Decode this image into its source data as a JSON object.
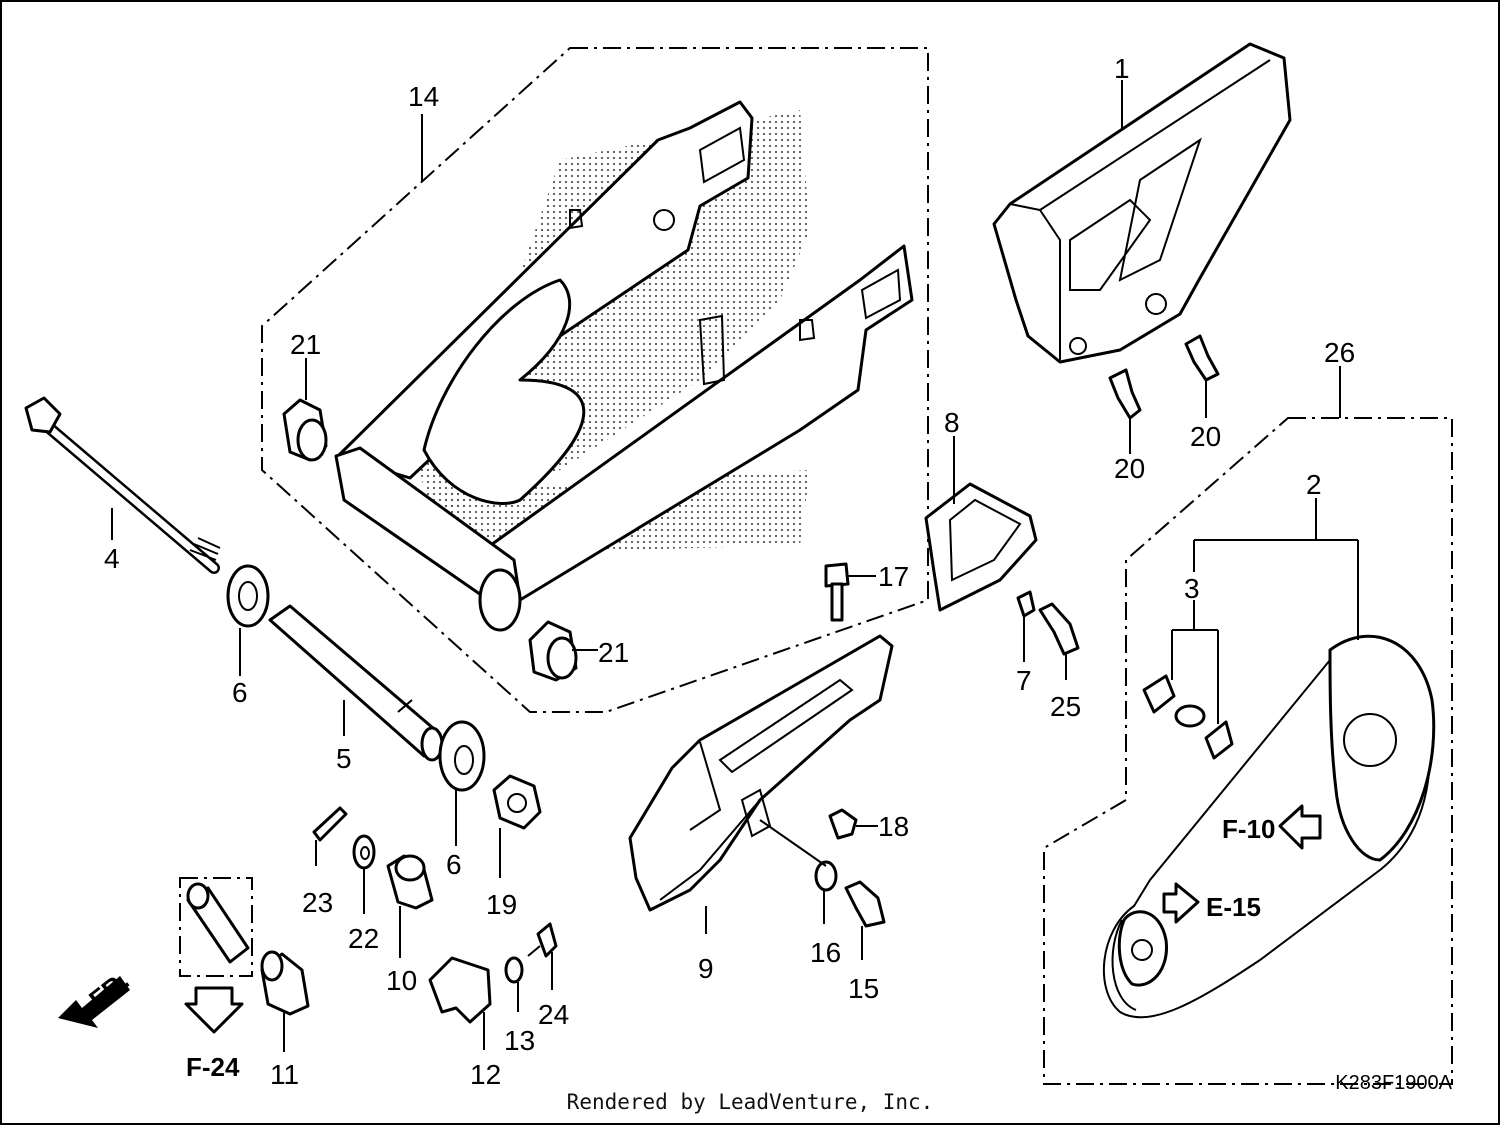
{
  "diagram": {
    "footer": "Rendered by LeadVenture, Inc.",
    "drawing_code": "K283F1900A",
    "front_label": "FR.",
    "refs": {
      "f10": "F-10",
      "e15": "E-15",
      "f24": "F-24"
    },
    "callouts": {
      "c1": "1",
      "c2": "2",
      "c3": "3",
      "c4": "4",
      "c5": "5",
      "c6a": "6",
      "c6b": "6",
      "c7": "7",
      "c8": "8",
      "c9": "9",
      "c10": "10",
      "c11": "11",
      "c12": "12",
      "c13": "13",
      "c14": "14",
      "c15": "15",
      "c16": "16",
      "c17": "17",
      "c18": "18",
      "c19": "19",
      "c20a": "20",
      "c20b": "20",
      "c21a": "21",
      "c21b": "21",
      "c22": "22",
      "c23": "23",
      "c24": "24",
      "c25": "25",
      "c26": "26"
    }
  }
}
